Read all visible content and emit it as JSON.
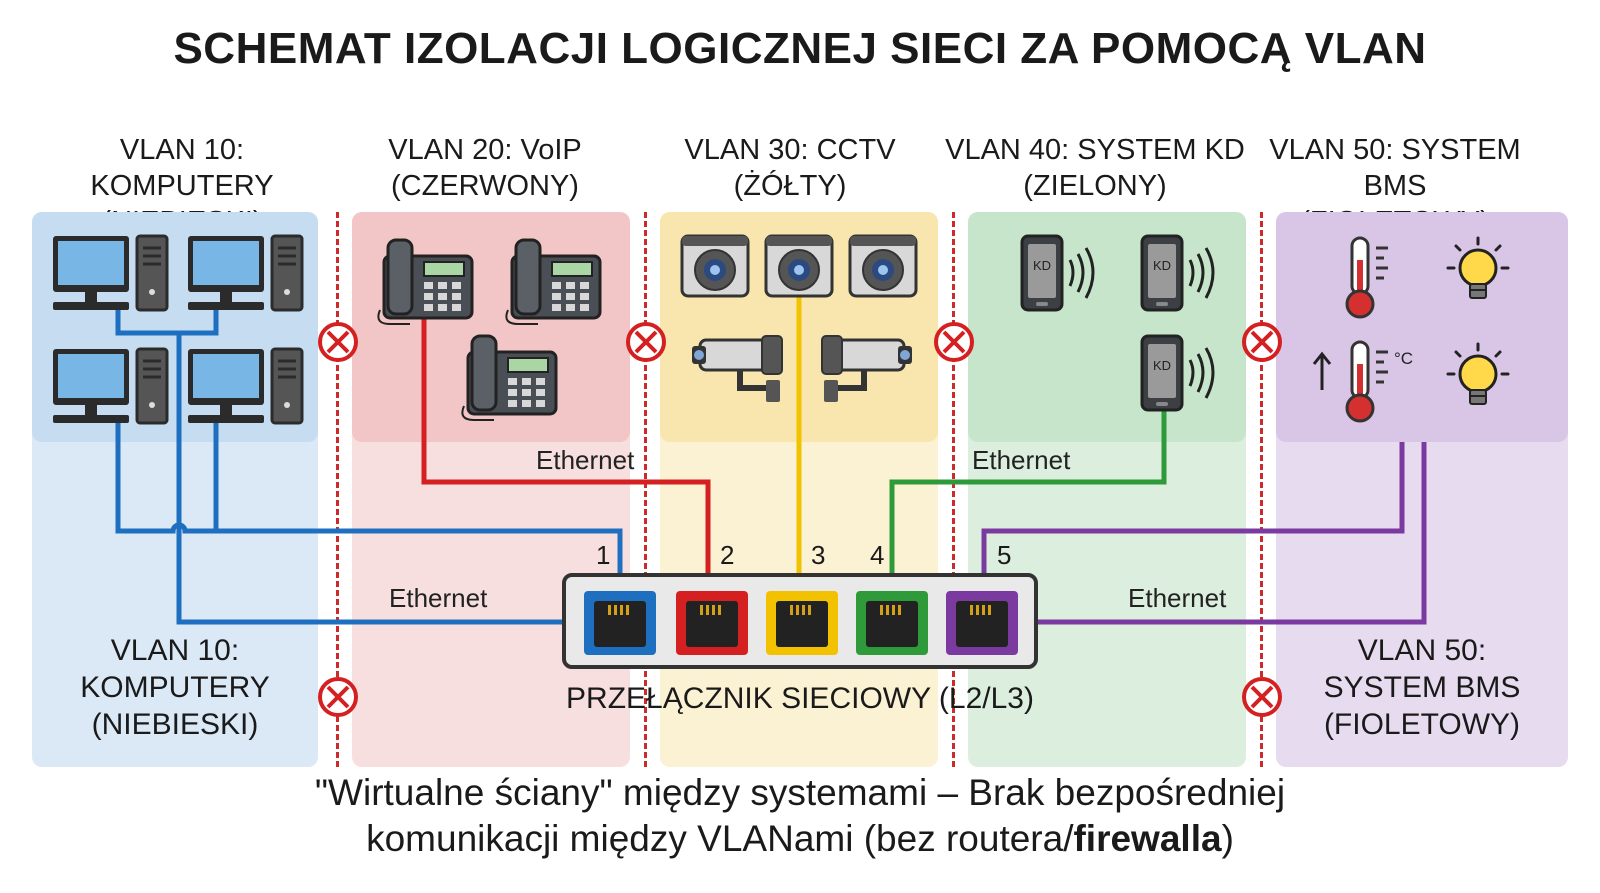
{
  "title": "SCHEMAT IZOLACJI LOGICZNEJ SIECI ZA POMOCĄ VLAN",
  "vlans": [
    {
      "line1": "VLAN 10: KOMPUTERY",
      "line2": "(NIEBIESKI)",
      "color": "#1f6fc0"
    },
    {
      "line1": "VLAN 20: VoIP",
      "line2": "(CZERWONY)",
      "color": "#d42020"
    },
    {
      "line1": "VLAN 30: CCTV",
      "line2": "(ŻÓŁTY)",
      "color": "#f2c200"
    },
    {
      "line1": "VLAN 40: SYSTEM KD",
      "line2": "(ZIELONY)",
      "color": "#2f9a3a"
    },
    {
      "line1": "VLAN 50: SYSTEM BMS",
      "line2": "(FIOLETOWY)",
      "color": "#7b3aa0"
    }
  ],
  "cable_labels": {
    "red": "Ethernet",
    "green": "Ethernet",
    "blue": "Ethernet",
    "purple": "Ethernet"
  },
  "ports": [
    "1",
    "2",
    "3",
    "4",
    "5"
  ],
  "kd_label": "KD",
  "celsius_label": "°C",
  "switch_label": "PRZEŁĄCZNIK SIECIOWY (L2/L3)",
  "bottom_left": {
    "line1": "VLAN 10:",
    "line2": "KOMPUTERY",
    "line3": "(NIEBIESKI)"
  },
  "bottom_right": {
    "line1": "VLAN 50:",
    "line2": "SYSTEM BMS",
    "line3": "(FIOLETOWY)"
  },
  "footer": {
    "line1": "\"Wirtualne ściany\" między systemami – Brak bezpośredniej",
    "line2_prefix": "komunikacji między VLANami (bez routera/",
    "line2_bold": "firewalla",
    "line2_suffix": ")"
  }
}
